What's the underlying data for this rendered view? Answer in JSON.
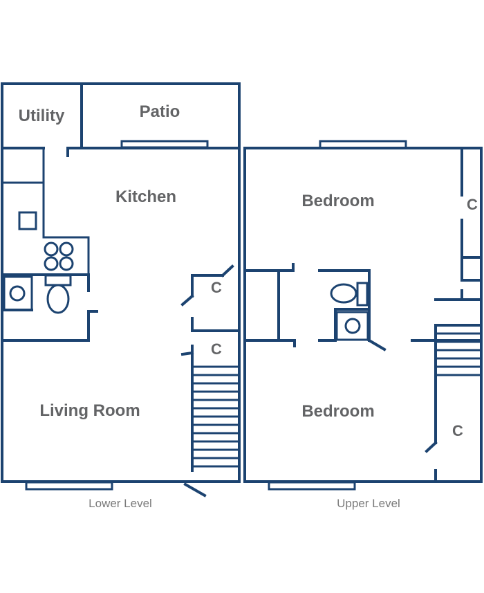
{
  "lower": {
    "rooms": {
      "utility": "Utility",
      "patio": "Patio",
      "kitchen": "Kitchen",
      "living_room": "Living Room"
    },
    "closets": [
      "C",
      "C"
    ],
    "caption": "Lower Level"
  },
  "upper": {
    "rooms": {
      "bedroom_1": "Bedroom",
      "bedroom_2": "Bedroom"
    },
    "closets": [
      "C",
      "C"
    ],
    "caption": "Upper Level"
  },
  "colors": {
    "wall": "#1c4370",
    "label": "#636466",
    "caption": "#7a7a7a"
  }
}
